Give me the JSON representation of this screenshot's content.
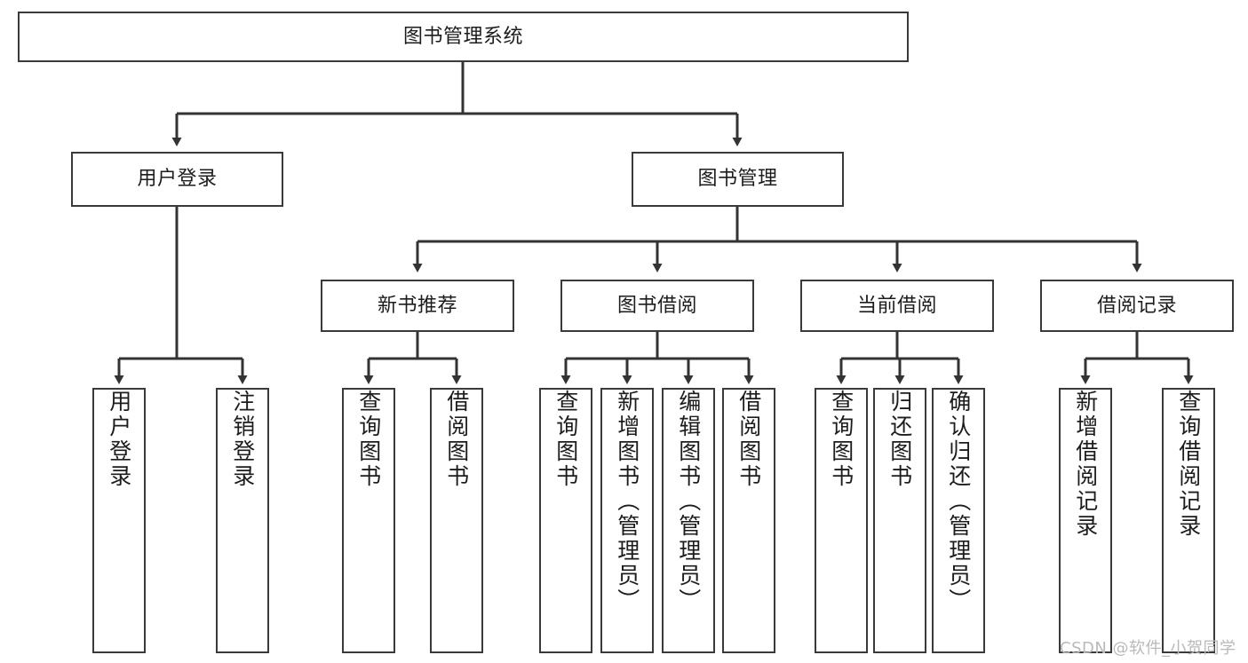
{
  "diagram": {
    "title": "图书管理系统",
    "type": "tree-hierarchy-chart",
    "colors": {
      "box_border": "#3a3a3a",
      "box_fill": "#ffffff",
      "edge": "#333333",
      "text": "#1c1c1c",
      "watermark": "#b9b9b9"
    },
    "watermark": "CSDN @软件_小贺同学",
    "nodes": {
      "root": "图书管理系统",
      "level2": [
        "用户登录",
        "图书管理"
      ],
      "level3": [
        "新书推荐",
        "图书借阅",
        "当前借阅",
        "借阅记录"
      ],
      "leaves": {
        "user_login": [
          "用户登录",
          "注销登录"
        ],
        "new_book_recommend": [
          "查询图书",
          "借阅图书"
        ],
        "book_borrow": [
          "查询图书",
          "新增图书（管理员）",
          "编辑图书（管理员）",
          "借阅图书"
        ],
        "current_borrow": [
          "查询图书",
          "归还图书",
          "确认归还（管理员）"
        ],
        "borrow_record": [
          "新增借阅记录",
          "查询借阅记录"
        ]
      }
    }
  }
}
